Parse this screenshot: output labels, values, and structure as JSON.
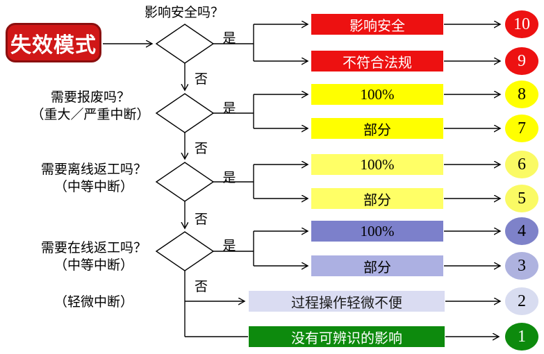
{
  "title_box": {
    "label": "失效模式",
    "bg": "#D01717",
    "border": "#8B0F0F",
    "fg": "#FFFFFF"
  },
  "questions": {
    "q1": {
      "text": "影响安全吗？"
    },
    "q2": {
      "line1": "需要报废吗？",
      "line2": "（重大／严重中断）"
    },
    "q3": {
      "line1": "需要离线返工吗？",
      "line2": "（中等中断）"
    },
    "q4": {
      "line1": "需要在线返工吗？",
      "line2": "（中等中断）"
    },
    "q5": {
      "text": "（轻微中断）"
    }
  },
  "branch_labels": {
    "yes": "是",
    "no": "否"
  },
  "rows": [
    {
      "score": "10",
      "label": "影响安全",
      "box_bg": "#ED1111",
      "box_fg": "#FFFFFF",
      "circle_bg": "#ED1111",
      "circle_fg": "#FFFFFF",
      "serif": false
    },
    {
      "score": "9",
      "label": "不符合法规",
      "box_bg": "#ED1111",
      "box_fg": "#FFFFFF",
      "circle_bg": "#ED1111",
      "circle_fg": "#FFFFFF",
      "serif": false
    },
    {
      "score": "8",
      "label": "100%",
      "box_bg": "#FFFF00",
      "box_fg": "#000000",
      "circle_bg": "#FFFF00",
      "circle_fg": "#000000",
      "serif": true
    },
    {
      "score": "7",
      "label": "部分",
      "box_bg": "#FFFF00",
      "box_fg": "#000000",
      "circle_bg": "#FFFF00",
      "circle_fg": "#000000",
      "serif": false
    },
    {
      "score": "6",
      "label": "100%",
      "box_bg": "#FFFF66",
      "box_fg": "#000000",
      "circle_bg": "#FAFA64",
      "circle_fg": "#000000",
      "serif": true
    },
    {
      "score": "5",
      "label": "部分",
      "box_bg": "#FFFF66",
      "box_fg": "#000000",
      "circle_bg": "#FAFA64",
      "circle_fg": "#000000",
      "serif": false
    },
    {
      "score": "4",
      "label": "100%",
      "box_bg": "#7C80CB",
      "box_fg": "#000000",
      "circle_bg": "#7E82C9",
      "circle_fg": "#000000",
      "serif": true
    },
    {
      "score": "3",
      "label": "部分",
      "box_bg": "#ACB0E2",
      "box_fg": "#000000",
      "circle_bg": "#AEB2DF",
      "circle_fg": "#000000",
      "serif": false
    },
    {
      "score": "2",
      "label": "过程操作轻微不便",
      "box_bg": "#DADCF2",
      "box_fg": "#1A1A1A",
      "circle_bg": "#D8DCF0",
      "circle_fg": "#000000",
      "serif": false
    },
    {
      "score": "1",
      "label": "没有可辨识的影响",
      "box_bg": "#0D8A0D",
      "box_fg": "#FFFFFF",
      "circle_bg": "#0D8A0D",
      "circle_fg": "#FFFFFF",
      "serif": false
    }
  ]
}
